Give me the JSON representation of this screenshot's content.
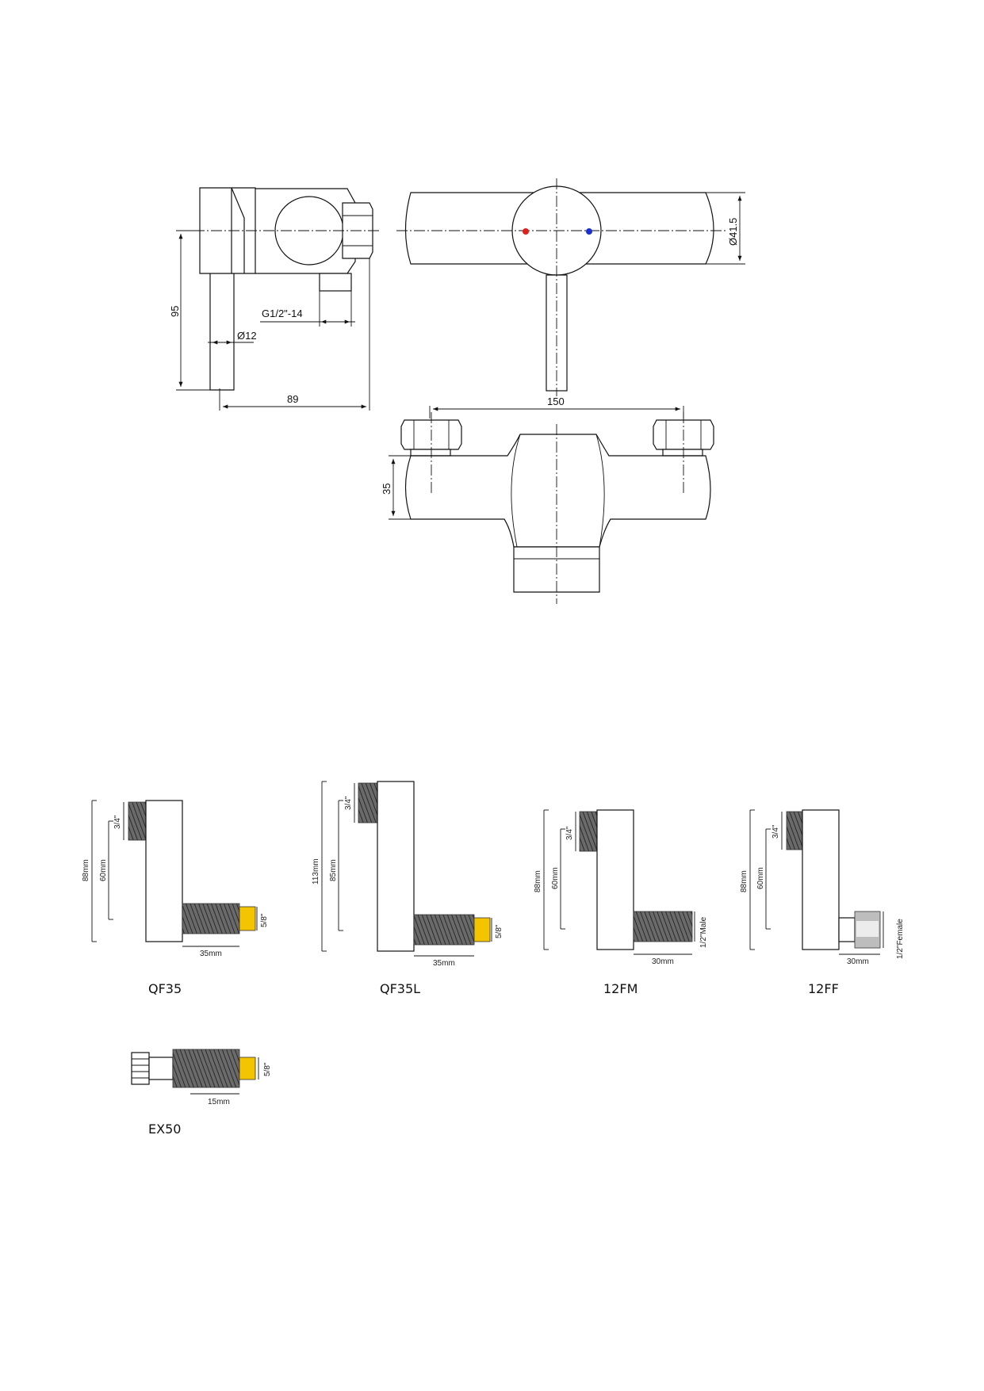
{
  "valve_drawing": {
    "dim_height_95": "95",
    "dim_thread": "G1/2\"-14",
    "dim_diameter_12": "Ø12",
    "dim_depth_89": "89",
    "dim_diameter_41_5": "Ø41.5",
    "dim_centres_150": "150",
    "dim_body_35": "35",
    "hot_color": "#e0201a",
    "cold_color": "#1a2fd0"
  },
  "fittings": [
    {
      "model": "QF35",
      "height": "88mm",
      "inner": "60mm",
      "top_thread": "3/4\"",
      "outlet": "5/8\"",
      "length": "35mm"
    },
    {
      "model": "QF35L",
      "height": "113mm",
      "inner": "85mm",
      "top_thread": "3/4\"",
      "outlet": "5/8\"",
      "length": "35mm"
    },
    {
      "model": "12FM",
      "height": "88mm",
      "inner": "60mm",
      "top_thread": "3/4\"",
      "outlet": "1/2\"Male",
      "length": "30mm"
    },
    {
      "model": "12FF",
      "height": "88mm",
      "inner": "60mm",
      "top_thread": "3/4\"",
      "outlet": "1/2\"Female",
      "length": "30mm"
    },
    {
      "model": "EX50",
      "outlet": "5/8\"",
      "length": "15mm"
    }
  ]
}
